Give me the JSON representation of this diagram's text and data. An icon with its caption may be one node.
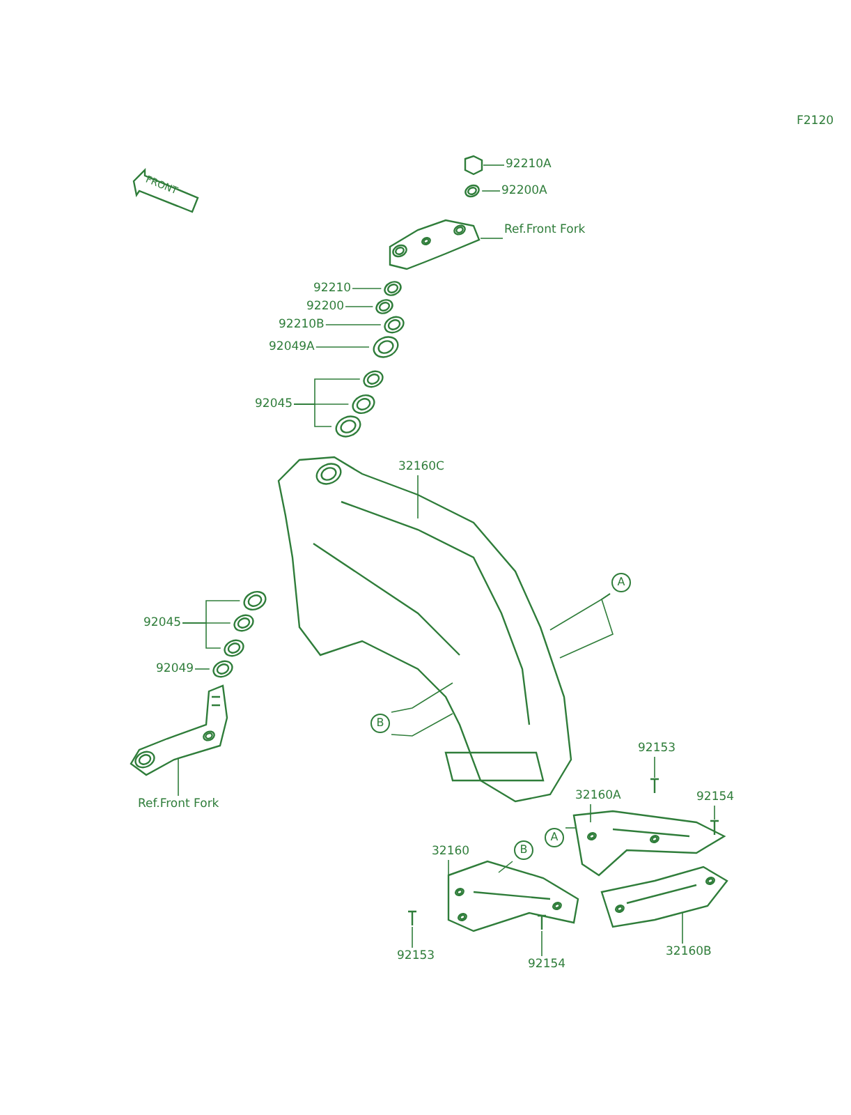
{
  "diagram": {
    "nodes": [
      {
        "text": [
          "92210A"
        ]
      },
      {
        "text": [
          "92200A"
        ]
      },
      {
        "text": [
          "Ref.Front Fork"
        ]
      },
      {
        "text": [
          "92210"
        ]
      },
      {
        "text": [
          "92200"
        ]
      },
      {
        "text": [
          "92210B"
        ]
      },
      {
        "text": [
          "92049A"
        ]
      },
      {
        "text": [
          "92045"
        ]
      },
      {
        "text": [
          "32160C"
        ]
      },
      {
        "text": [
          "A"
        ]
      },
      {
        "text": [
          "92045"
        ]
      },
      {
        "text": [
          "92049"
        ]
      },
      {
        "text": [
          "B"
        ]
      },
      {
        "text": [
          "Ref.Front Fork"
        ]
      },
      {
        "text": [
          "92153"
        ]
      },
      {
        "text": [
          "32160A"
        ]
      },
      {
        "text": [
          "92154"
        ]
      },
      {
        "text": [
          "A"
        ]
      },
      {
        "text": [
          "32160"
        ]
      },
      {
        "text": [
          "B"
        ]
      },
      {
        "text": [
          "92153"
        ]
      },
      {
        "text": [
          "92154"
        ]
      },
      {
        "text": [
          "32160B"
        ]
      },
      {
        "text": [],
        "shape": "picture"
      },
      {
        "text": [],
        "shape": "picture"
      },
      {
        "text": [],
        "shape": "picture"
      },
      {
        "text": [],
        "shape": "picture"
      },
      {
        "text": [],
        "shape": "picture"
      },
      {
        "text": [],
        "shape": "picture"
      },
      {
        "text": [],
        "shape": "picture"
      },
      {
        "text": [],
        "shape": "picture"
      },
      {
        "text": [],
        "shape": "picture"
      },
      {
        "text": [],
        "shape": "picture"
      },
      {
        "text": [],
        "shape": "picture"
      },
      {
        "text": [],
        "shape": "picture"
      },
      {
        "text": [],
        "shape": "picture"
      },
      {
        "text": [],
        "shape": "picture"
      },
      {
        "text": [],
        "shape": "picture"
      },
      {
        "text": [],
        "shape": "picture"
      },
      {
        "text": [],
        "shape": "picture"
      },
      {
        "text": [],
        "shape": "picture"
      },
      {
        "text": [],
        "shape": "picture"
      },
      {
        "text": [],
        "shape": "picture"
      },
      {
        "text": [],
        "shape": "picture"
      },
      {
        "text": [],
        "shape": "picture"
      },
      {
        "text": [],
        "shape": "picture"
      }
    ],
    "edges": [
      {
        "from": 0,
        "to": 23,
        "arrow": "none"
      },
      {
        "from": 1,
        "to": 24,
        "arrow": "none"
      },
      {
        "from": 2,
        "to": 25,
        "arrow": "none"
      },
      {
        "from": 3,
        "to": 26,
        "arrow": "none"
      },
      {
        "from": 4,
        "to": 27,
        "arrow": "none"
      },
      {
        "from": 5,
        "to": 28,
        "arrow": "none"
      },
      {
        "from": 6,
        "to": 29,
        "arrow": "none"
      },
      {
        "from": 7,
        "to": 30,
        "arrow": "none"
      },
      {
        "from": 7,
        "to": 31,
        "arrow": "none"
      },
      {
        "from": 7,
        "to": 32,
        "arrow": "none"
      },
      {
        "from": 8,
        "to": 33,
        "arrow": "none"
      },
      {
        "from": 9,
        "to": 33,
        "arrow": "none"
      },
      {
        "from": 9,
        "to": 33,
        "arrow": "none"
      },
      {
        "from": 10,
        "to": 34,
        "arrow": "none"
      },
      {
        "from": 10,
        "to": 35,
        "arrow": "none"
      },
      {
        "from": 10,
        "to": 36,
        "arrow": "none"
      },
      {
        "from": 11,
        "to": 37,
        "arrow": "none"
      },
      {
        "from": 12,
        "to": 33,
        "arrow": "none"
      },
      {
        "from": 12,
        "to": 33,
        "arrow": "none"
      },
      {
        "from": 13,
        "to": 38,
        "arrow": "none"
      },
      {
        "from": 14,
        "to": 39,
        "arrow": "none"
      },
      {
        "from": 15,
        "to": 40,
        "arrow": "none"
      },
      {
        "from": 16,
        "to": 41,
        "arrow": "none"
      },
      {
        "from": 17,
        "to": 40,
        "arrow": "none"
      },
      {
        "from": 18,
        "to": 42,
        "arrow": "none"
      },
      {
        "from": 19,
        "to": 42,
        "arrow": "none"
      },
      {
        "from": 20,
        "to": 43,
        "arrow": "none"
      },
      {
        "from": 21,
        "to": 44,
        "arrow": "none"
      },
      {
        "from": 22,
        "to": 45,
        "arrow": "none"
      }
    ],
    "labels": [
      "F2120",
      "FRONT"
    ]
  }
}
